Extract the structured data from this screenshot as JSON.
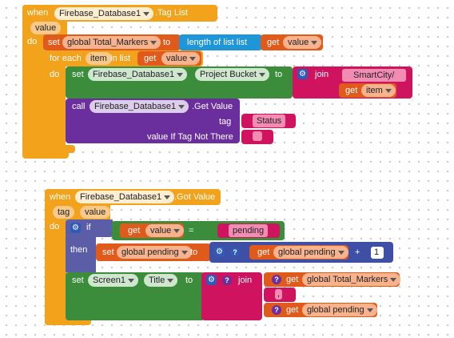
{
  "colors": {
    "event": "#f3a21b",
    "var": "#e05a1c",
    "list": "#1e96d8",
    "text": "#d0135f",
    "logic": "#5b5ea6",
    "math": "#3e4fa5",
    "component": "#3b8c3b",
    "call": "#6a2f9c",
    "sidebar_orange": "#f7b457"
  },
  "block1": {
    "when": "when",
    "component": "Firebase_Database1",
    "event": ".Tag List",
    "param": "value",
    "do": "do",
    "set_label": "set",
    "set_var": "global Total_Markers",
    "to": "to",
    "length_label": "length of list  list",
    "get": "get",
    "get_var": "value",
    "foreach": "for each",
    "item": "item",
    "in_list": "in list",
    "foreach_get_var": "value",
    "do2": "do",
    "set2": "set",
    "set2_component": "Firebase_Database1",
    "set2_prop": "Project Bucket",
    "to2": "to",
    "join": "join",
    "join_str": "SmartCity/",
    "get_item": "item",
    "call": "call",
    "call_component": "Firebase_Database1",
    "call_method": ".Get Value",
    "tag": "tag",
    "tag_value": "Status",
    "value_if": "value If Tag Not There",
    "empty_str": ""
  },
  "block2": {
    "when": "when",
    "component": "Firebase_Database1",
    "event": ".Got Value",
    "param_tag": "tag",
    "param_value": "value",
    "do": "do",
    "if": "if",
    "get": "get",
    "if_var": "value",
    "eq": "=",
    "eq_str": "pending",
    "then": "then",
    "set_label": "set",
    "set_var": "global pending",
    "to": "to",
    "get_pending": "global pending",
    "plus": "+",
    "num": "1",
    "set2": "set",
    "screen": "Screen1",
    "title": "Title",
    "to2": "to",
    "join": "join",
    "get_total": "global Total_Markers",
    "comma": ",",
    "get_pending2": "global pending"
  }
}
